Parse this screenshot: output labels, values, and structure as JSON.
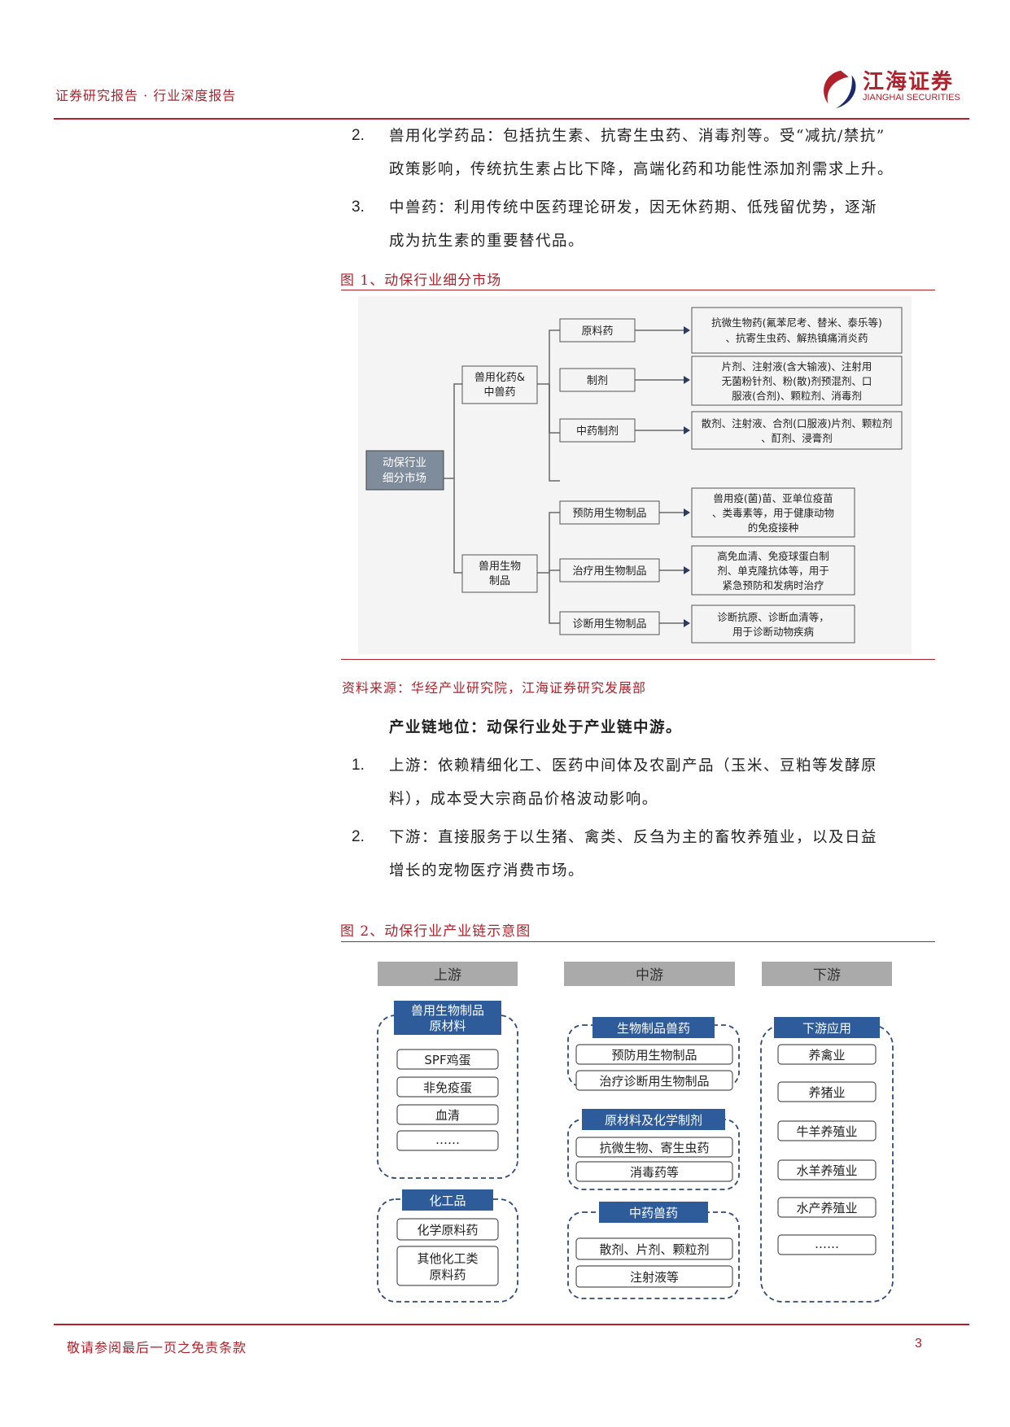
{
  "header": {
    "report_title": "证券研究报告 · 行业深度报告",
    "logo_cn": "江海证券",
    "logo_en": "JIANGHAI SECURITIES"
  },
  "list_a": [
    {
      "num": "2.",
      "line1": "兽用化学药品：包括抗生素、抗寄生虫药、消毒剂等。受“减抗/禁抗”",
      "line2": "政策影响，传统抗生素占比下降，高端化药和功能性添加剂需求上升。"
    },
    {
      "num": "3.",
      "line1": "中兽药：利用传统中医药理论研发，因无休药期、低残留优势，逐渐",
      "line2": "成为抗生素的重要替代品。"
    }
  ],
  "figure1": {
    "title": "图 1、动保行业细分市场",
    "root": "动保行业细分市场",
    "branches": [
      {
        "label": "兽用化药&中兽药",
        "children": [
          {
            "label": "原料药",
            "desc": "抗微生物药(氟苯尼考、替米、泰乐等)、抗寄生虫药、解热镇痛消炎药"
          },
          {
            "label": "制剂",
            "desc": "片剂、注射液(含大输液)、注射用无菌粉针剂、粉(散)剂预混剂、口服液(合剂)、颗粒剂、消毒剂"
          },
          {
            "label": "中药制剂",
            "desc": "散剂、注射液、合剂(口服液)片剂、颗粒剂、酊剂、浸膏剂"
          }
        ]
      },
      {
        "label": "兽用生物制品",
        "children": [
          {
            "label": "预防用生物制品",
            "desc": "兽用疫(菌)苗、亚单位疫苗、类毒素等，用于健康动物的免疫接种"
          },
          {
            "label": "治疗用生物制品",
            "desc": "高免血清、免疫球蛋白制剂、单克隆抗体等，用于紧急预防和发病时治疗"
          },
          {
            "label": "诊断用生物制品",
            "desc": "诊断抗原、诊断血清等，用于诊断动物疾病"
          }
        ]
      }
    ],
    "source": "资料来源：华经产业研究院，江海证券研究发展部"
  },
  "chain_heading": "产业链地位：动保行业处于产业链中游。",
  "list_b": [
    {
      "num": "1.",
      "line1": "上游：依赖精细化工、医药中间体及农副产品（玉米、豆粕等发酵原",
      "line2": "料），成本受大宗商品价格波动影响。"
    },
    {
      "num": "2.",
      "line1": "下游：直接服务于以生猪、禽类、反刍为主的畜牧养殖业，以及日益",
      "line2": "增长的宠物医疗消费市场。"
    }
  ],
  "figure2": {
    "title": "图 2、动保行业产业链示意图",
    "columns": [
      {
        "header": "上游",
        "groups": [
          {
            "label": "兽用生物制品原材料",
            "items": [
              "SPF鸡蛋",
              "非免疫蛋",
              "血清",
              "……"
            ]
          },
          {
            "label": "化工品",
            "items": [
              "化学原料药",
              "其他化工类原料药"
            ]
          }
        ]
      },
      {
        "header": "中游",
        "groups": [
          {
            "label": "生物制品兽药",
            "items": [
              "预防用生物制品",
              "治疗诊断用生物制品"
            ]
          },
          {
            "label": "原材料及化学制剂",
            "items": [
              "抗微生物、寄生虫药",
              "消毒药等"
            ]
          },
          {
            "label": "中药兽药",
            "items": [
              "散剂、片剂、颗粒剂",
              "注射液等"
            ]
          }
        ]
      },
      {
        "header": "下游",
        "groups": [
          {
            "label": "下游应用",
            "items": [
              "养禽业",
              "养猪业",
              "牛羊养殖业",
              "水羊养殖业",
              "水产养殖业",
              "……"
            ]
          }
        ]
      }
    ]
  },
  "footer": {
    "disclaimer": "敬请参阅最后一页之免责条款",
    "page": "3"
  }
}
